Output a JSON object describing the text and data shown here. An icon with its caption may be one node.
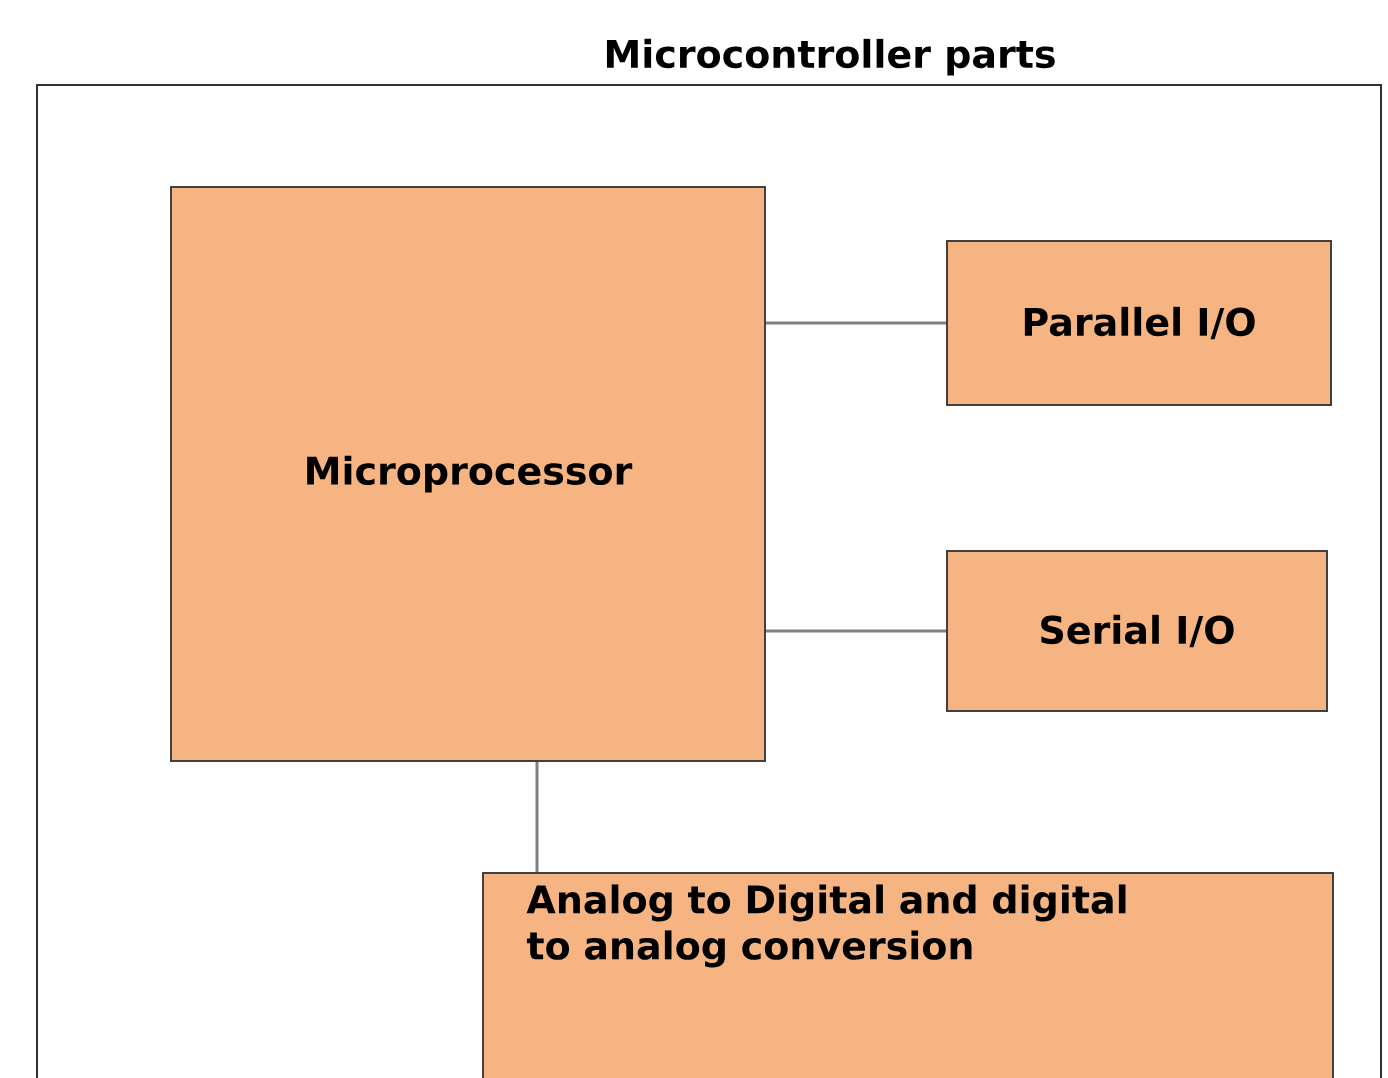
{
  "diagram": {
    "nodes": [
      {
        "text": [
          "Microcontroller parts"
        ]
      },
      {
        "text": [
          "Microprocessor"
        ],
        "in": 0
      },
      {
        "text": [
          "Parallel I/O"
        ],
        "in": 0
      },
      {
        "text": [
          "Serial I/O"
        ],
        "in": 0
      },
      {
        "text": [
          "Analog to Digital and digital to analog conversion"
        ],
        "in": 0
      }
    ],
    "edges": [
      {
        "from": 1,
        "to": 2,
        "arrow": "none"
      },
      {
        "from": 1,
        "to": 3,
        "arrow": "none"
      },
      {
        "from": 1,
        "to": 4,
        "arrow": "none"
      }
    ]
  }
}
